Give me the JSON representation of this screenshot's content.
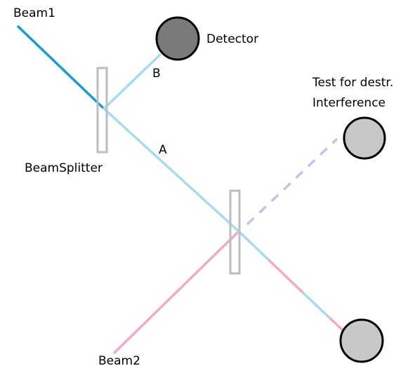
{
  "labels": {
    "beam1": "Beam1",
    "beam2": "Beam2",
    "detector": "Detector",
    "beam_splitter": "BeamSplitter",
    "path_a": "A",
    "path_b": "B",
    "test_line1": "Test for destr.",
    "test_line2": "Interference"
  },
  "colors": {
    "beam1_dark": "#1a9ad6",
    "beam_light_blue": "#a6dcec",
    "beam2_pink": "#f5a8c8",
    "dashed_lavender": "#c6c2e6",
    "splitter_gray": "#bdbdbd",
    "detector_dark": "#7a7a7a",
    "detector_light": "#c8c8c8",
    "outline": "#000000"
  }
}
